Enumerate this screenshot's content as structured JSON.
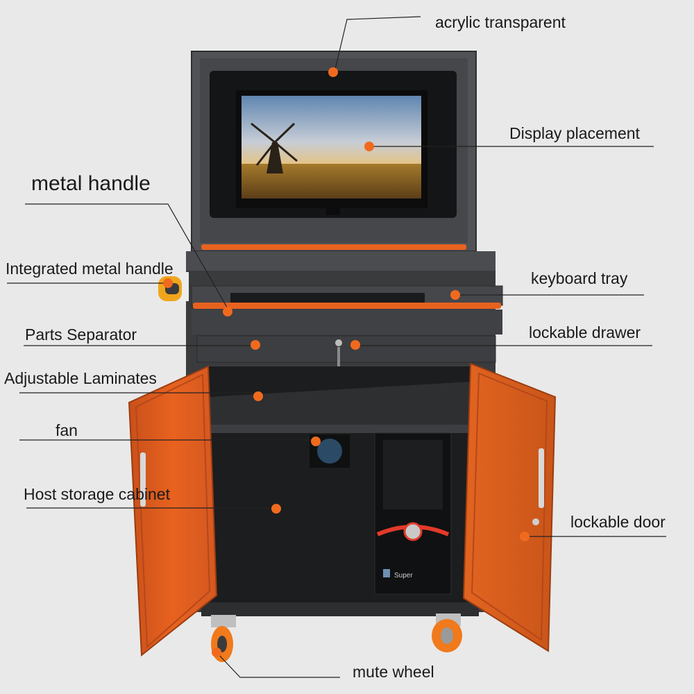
{
  "labels": {
    "acrylic": "acrylic transparent",
    "display": "Display placement",
    "metal_handle": "metal handle",
    "integrated_handle": "Integrated metal handle",
    "keyboard_tray": "keyboard tray",
    "parts_separator": "Parts Separator",
    "lockable_drawer": "lockable drawer",
    "adjustable_laminates": "Adjustable Laminates",
    "fan": "fan",
    "host_storage": "Host storage cabinet",
    "lockable_door": "lockable door",
    "mute_wheel": "mute wheel"
  },
  "pc_brand": "Super",
  "colors": {
    "background": "#e9e9e9",
    "cabinet": "#3a3b3d",
    "orange": "#e8621f",
    "marker": "#f06a1e",
    "leader_line": "#222222"
  }
}
